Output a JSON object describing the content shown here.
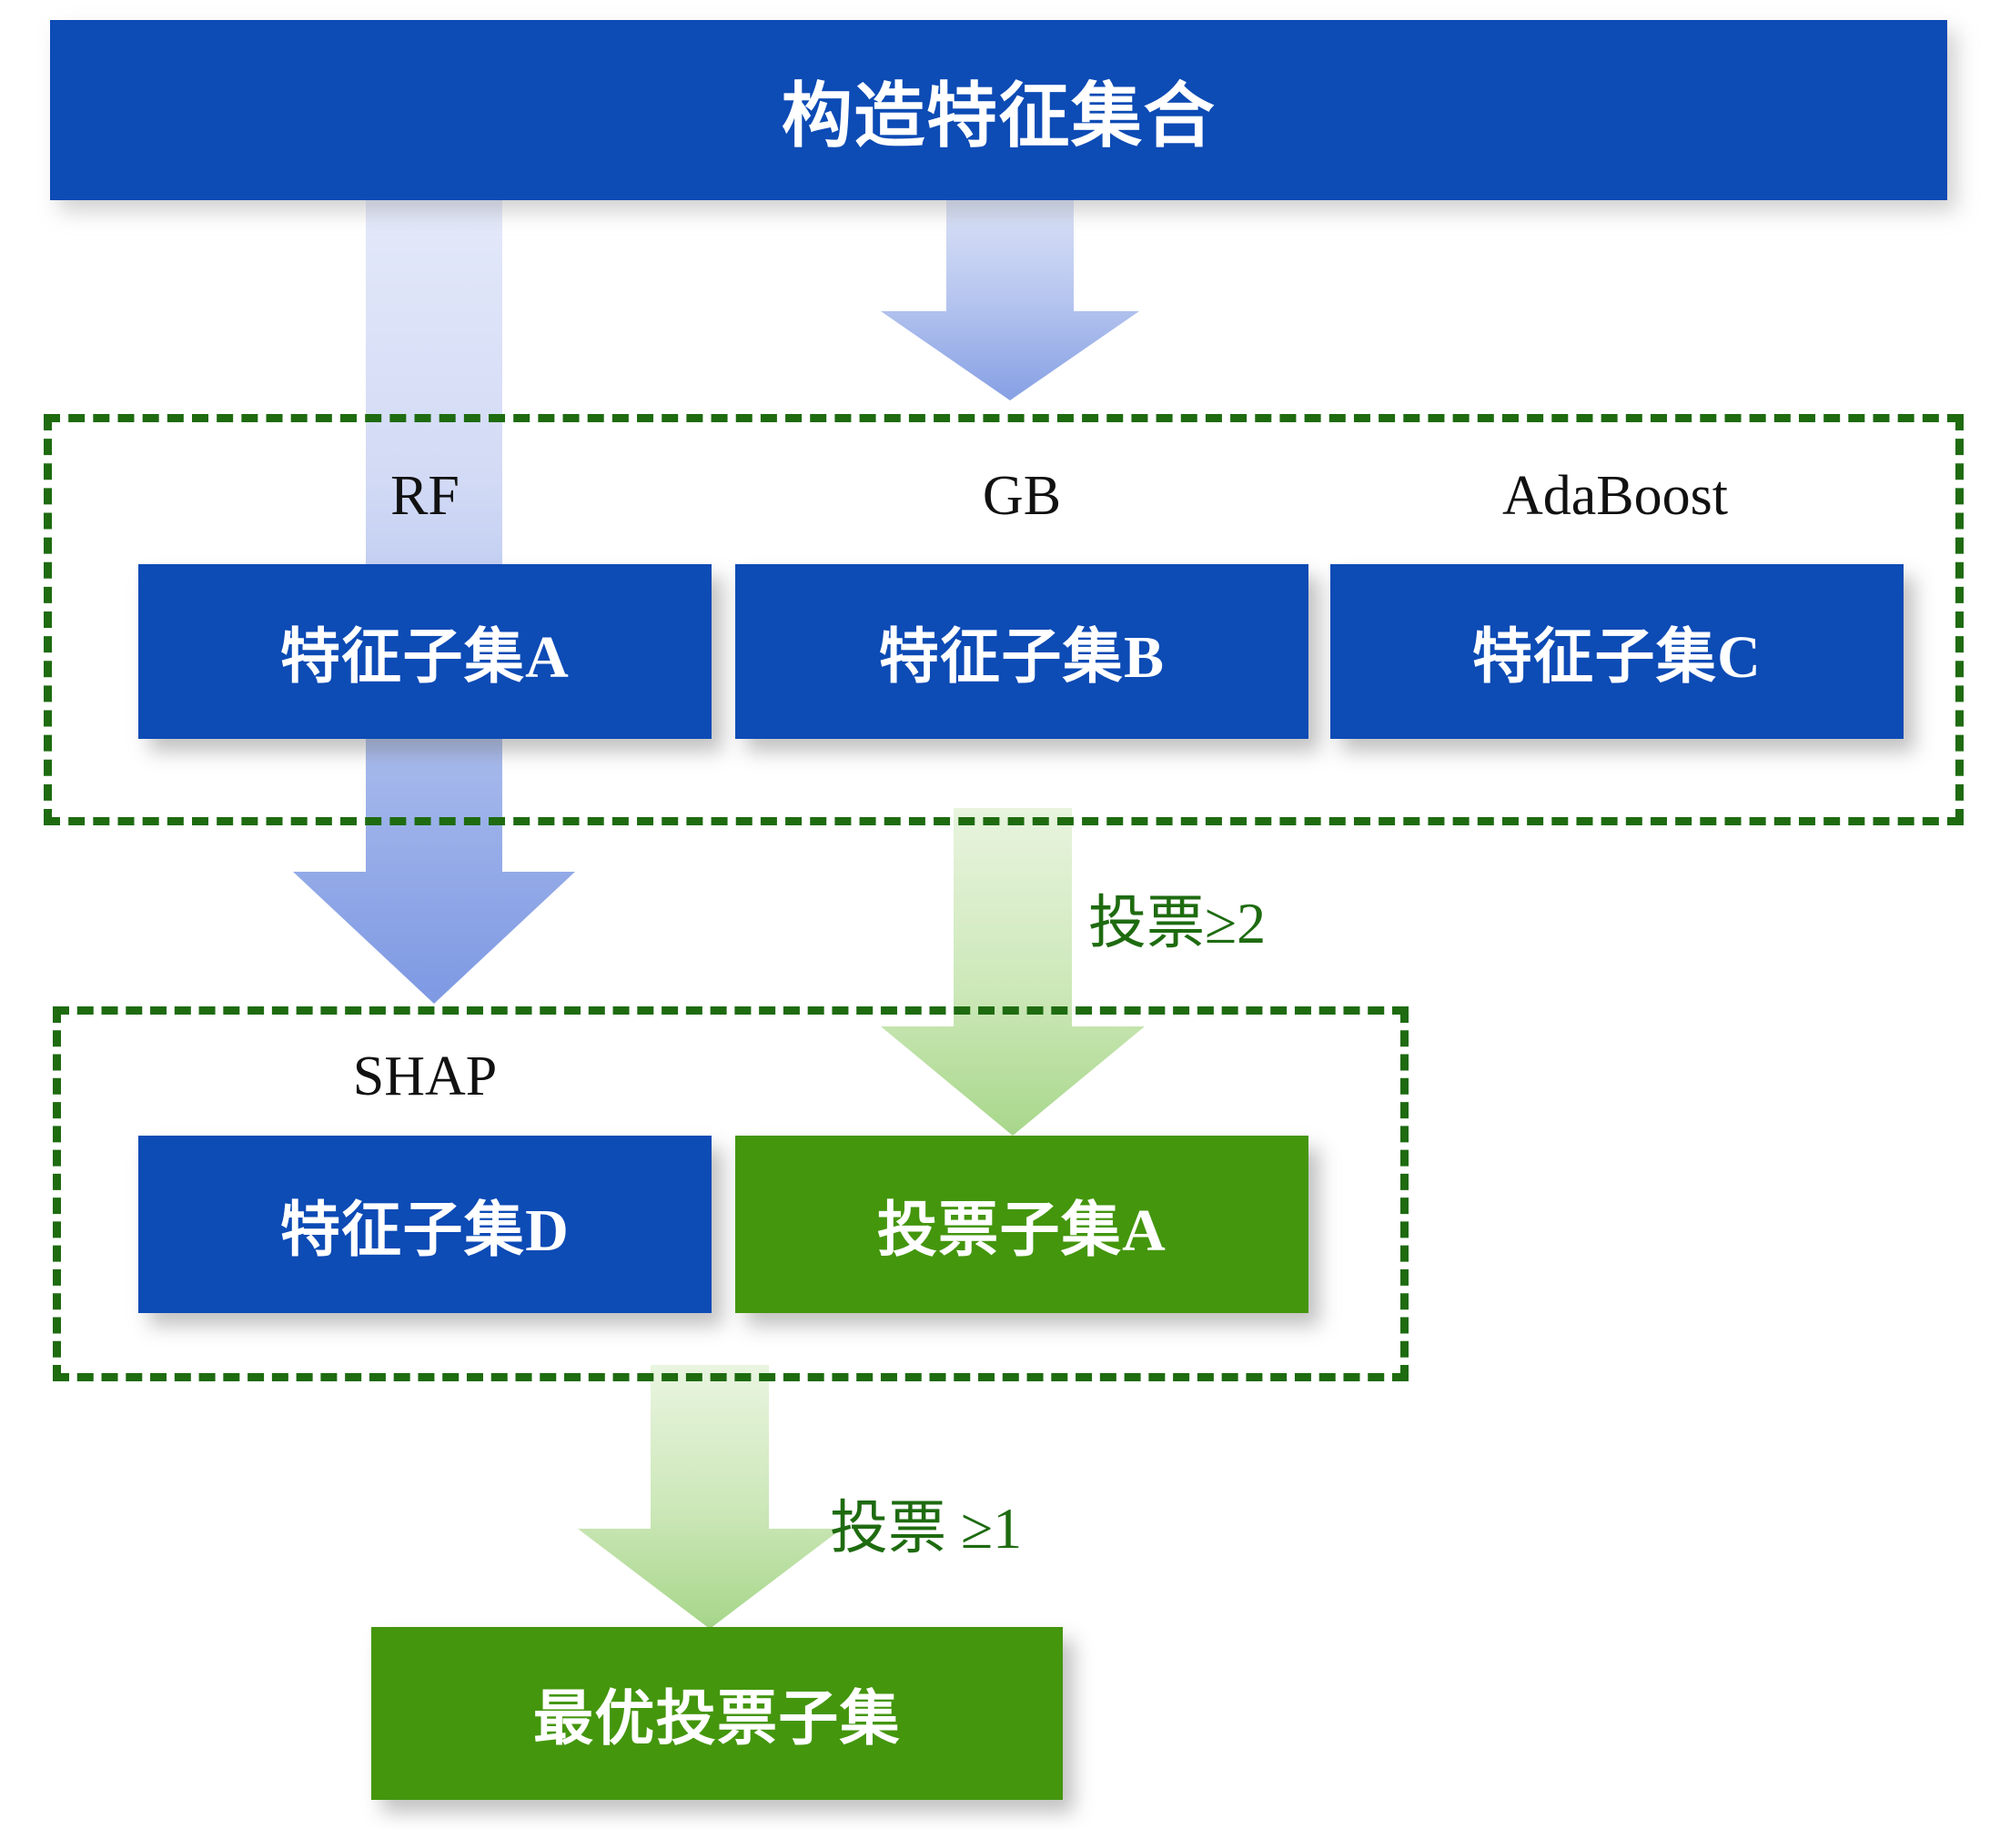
{
  "diagram": {
    "title_box": {
      "label": "构造特征集合"
    },
    "groups": [
      {
        "name": "ensemble-selection-group"
      },
      {
        "name": "refinement-group"
      }
    ],
    "method_labels": {
      "rf": "RF",
      "gb": "GB",
      "adaboost": "AdaBoost",
      "shap": "SHAP"
    },
    "subsets": [
      {
        "id": "A",
        "label": "特征子集A",
        "color": "#0D4BB5"
      },
      {
        "id": "B",
        "label": "特征子集B",
        "color": "#0D4BB5"
      },
      {
        "id": "C",
        "label": "特征子集C",
        "color": "#0D4BB5"
      }
    ],
    "mid_boxes": [
      {
        "id": "D",
        "label": "特征子集D",
        "color": "#0D4BB5"
      },
      {
        "id": "VA",
        "label": "投票子集A",
        "color": "#44960D"
      }
    ],
    "final_box": {
      "label": "最优投票子集",
      "color": "#44960D"
    },
    "vote_notes": {
      "threshold_2": "投票≥2",
      "threshold_1": "投票 ≥1"
    },
    "colors": {
      "blue_fill": "#0D4BB5",
      "green_fill": "#44960D",
      "dash_green": "#1E6B10",
      "arrow_blue_light": "#D7DEF6",
      "arrow_blue_dark": "#7A95E0",
      "arrow_green_light": "#E4F2DA",
      "arrow_green_dark": "#AFDA93",
      "text_white": "#FFFFFF",
      "text_black": "#111111"
    }
  }
}
